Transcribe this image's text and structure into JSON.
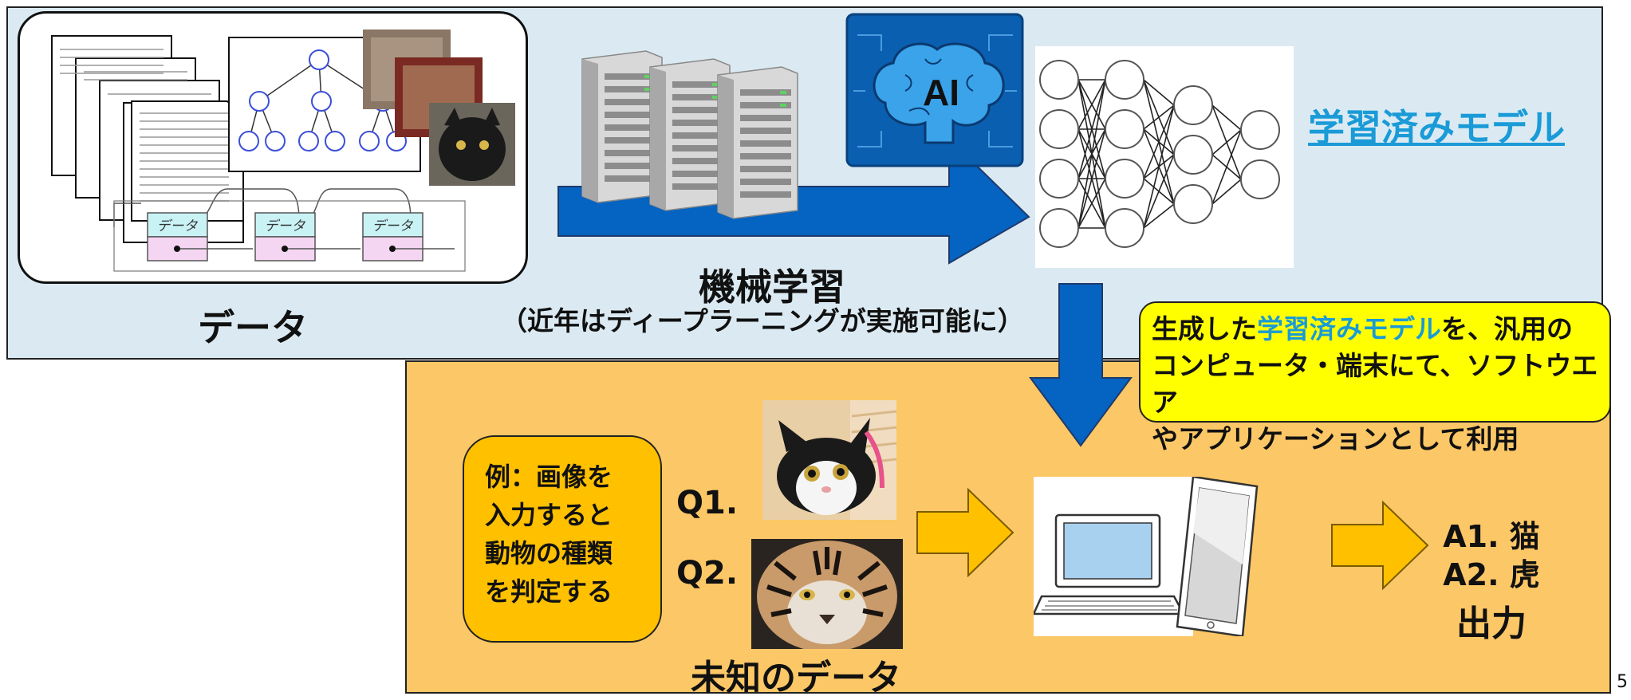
{
  "data_label": "データ",
  "data_box": {
    "record_label": "データ"
  },
  "ai_label": "AI",
  "ml_title": "機械学習",
  "ml_subtitle": "（近年はディープラーニングが実施可能に）",
  "model_label": "学習済みモデル",
  "callout": {
    "line1_prefix": "生成した",
    "line1_highlight": "学習済みモデル",
    "line1_suffix": "を、汎用の",
    "line2": "コンピュータ・端末にて、ソフトウエア",
    "line3": "やアプリケーションとして利用"
  },
  "example": {
    "lines": [
      "例：画像を",
      "入力すると",
      "動物の種類",
      "を判定する"
    ]
  },
  "q1": "Q1.",
  "q2": "Q2.",
  "unknown_data_label": "未知のデータ",
  "output": {
    "a1": "A1. 猫",
    "a2": "A2. 虎",
    "label": "出力"
  },
  "page_number": "5",
  "colors": {
    "top_panel": "#dbeaf2",
    "bottom_panel": "#fcc766",
    "arrow_blue": "#0563c1",
    "arrow_orange": "#ffc000",
    "callout": "#ffff00",
    "link": "#1a9bd7"
  }
}
